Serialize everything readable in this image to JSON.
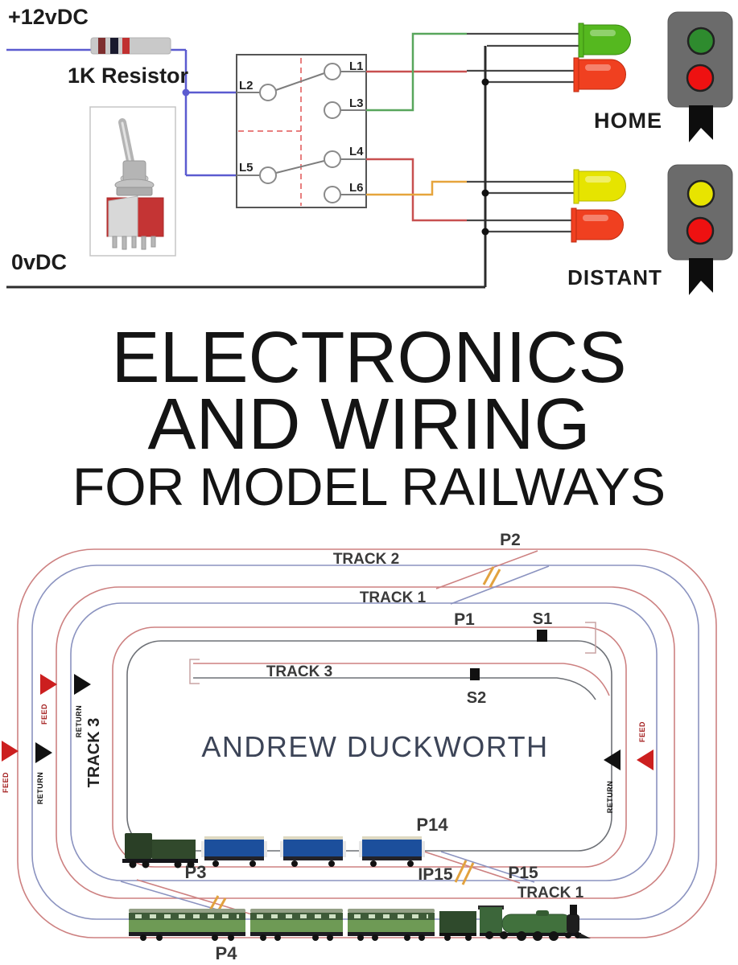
{
  "cover": {
    "circuit": {
      "supply_label": "+12vDC",
      "resistor_label": "1K Resistor",
      "ground_label": "0vDC",
      "home_label": "HOME",
      "distant_label": "DISTANT",
      "terminals": [
        "L1",
        "L2",
        "L3",
        "L4",
        "L5",
        "L6"
      ]
    },
    "title": {
      "line1": "ELECTRONICS",
      "line2": "AND WIRING",
      "line3": "FOR MODEL RAILWAYS"
    },
    "track": {
      "author": "ANDREW DUCKWORTH",
      "track2_top": "TRACK 2",
      "track1_top": "TRACK 1",
      "track3_siding": "TRACK 3",
      "track3_side": "TRACK 3",
      "track1_bottom": "TRACK 1",
      "p1": "P1",
      "p2": "P2",
      "p3": "P3",
      "p4": "P4",
      "p14": "P14",
      "p15": "P15",
      "ip15": "IP15",
      "s1": "S1",
      "s2": "S2",
      "feed": "FEED",
      "ret": "RETURN"
    },
    "colors": {
      "wire_blue": "#5b5bd0",
      "wire_red": "#c85050",
      "wire_green": "#58a65c",
      "wire_orange": "#e6a43c",
      "led_green": "#55b81f",
      "led_red": "#f04020",
      "led_yellow": "#e6e400",
      "lamp_green": "#2e8b2e",
      "lamp_red": "#ee1111",
      "lamp_yellow": "#e8e400",
      "signal_grey": "#6b6b6b",
      "track_red": "#cd8181",
      "track_blue": "#8b93c0",
      "track_grey": "#6d7076",
      "joint_orange": "#e2a23e",
      "feed_red": "#cc1f1f"
    }
  }
}
